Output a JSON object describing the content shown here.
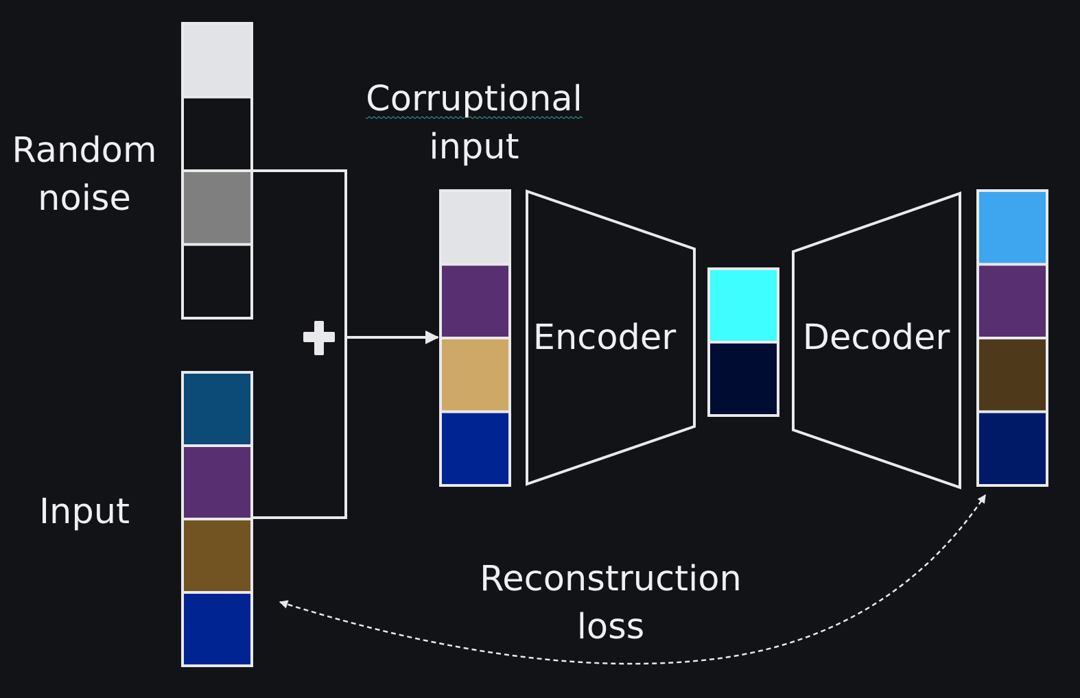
{
  "labels": {
    "random_noise": [
      "Random",
      "noise"
    ],
    "corruptional_input": [
      "Corruptional",
      "input"
    ],
    "input": "Input",
    "encoder": "Encoder",
    "decoder": "Decoder",
    "reconstruction_loss": [
      "Reconstruction",
      "loss"
    ]
  },
  "colors": {
    "background": "#121317",
    "stroke": "#e9e9ec",
    "noise_vector": [
      "#e2e3e7",
      "#121317",
      "#7f7f7f",
      "#121317"
    ],
    "input_vector": [
      "#0c4a78",
      "#582f70",
      "#725322",
      "#012493"
    ],
    "corrupted_vector": [
      "#e2e3e7",
      "#582f70",
      "#cda866",
      "#012493"
    ],
    "latent_vector": [
      "#3efeff",
      "#000c31"
    ],
    "output_vector": [
      "#3ea6ef",
      "#582f70",
      "#4e3a1b",
      "#001a68"
    ]
  },
  "icons": {
    "combine": "plus-icon",
    "flow": "arrow-right-icon",
    "loss_link": "dashed-double-arrow"
  }
}
